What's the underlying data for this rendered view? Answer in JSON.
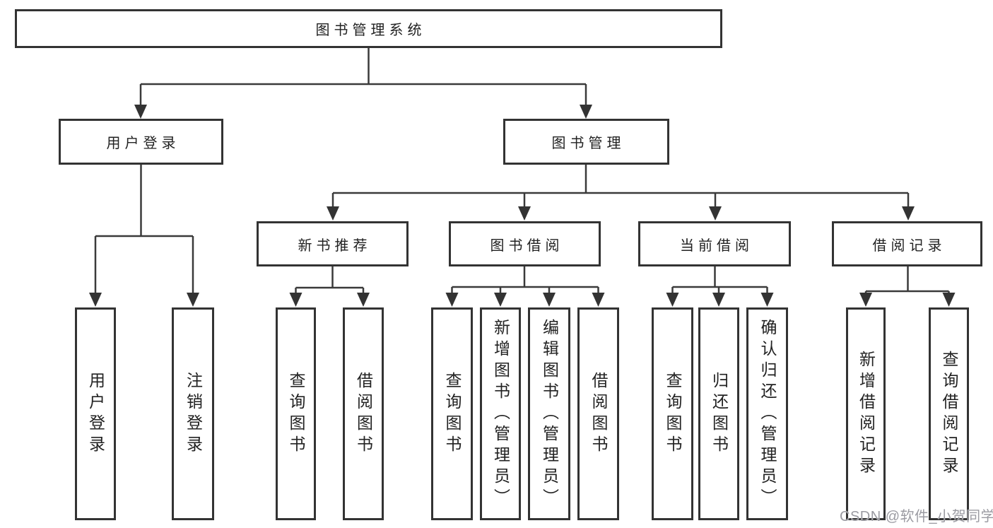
{
  "diagram": {
    "title": "图书管理系统",
    "level2": [
      {
        "label": "用户登录"
      },
      {
        "label": "图书管理"
      }
    ],
    "level3": [
      {
        "label": "新书推荐"
      },
      {
        "label": "图书借阅"
      },
      {
        "label": "当前借阅"
      },
      {
        "label": "借阅记录"
      }
    ],
    "leaves": {
      "user_login": [
        "用户登录",
        "注销登录"
      ],
      "new_books": [
        "查询图书",
        "借阅图书"
      ],
      "book_borrow": [
        "查询图书",
        "新增图书（管理员）",
        "编辑图书（管理员）",
        "借阅图书"
      ],
      "current_borrow": [
        "查询图书",
        "归还图书",
        "确认归还（管理员）"
      ],
      "borrow_records": [
        "新增借阅记录",
        "查询借阅记录"
      ]
    },
    "watermark": "CSDN @软件_小贺同学",
    "colors": {
      "line": "#3a3a3a",
      "border": "#333333",
      "text": "#222222",
      "watermark": "#9b9ba2",
      "background": "#ffffff"
    }
  }
}
